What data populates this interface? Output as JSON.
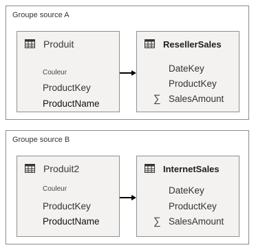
{
  "groups": [
    {
      "label": "Groupe source A",
      "source": {
        "title": "Produit",
        "fields": [
          "Couleur",
          "ProductKey",
          "ProductName"
        ]
      },
      "target": {
        "title": "ResellerSales",
        "fields": [
          "DateKey",
          "ProductKey",
          "SalesAmount"
        ]
      }
    },
    {
      "label": "Groupe source B",
      "source": {
        "title": "Produit2",
        "fields": [
          "Couleur",
          "ProductKey",
          "ProductName"
        ]
      },
      "target": {
        "title": "InternetSales",
        "fields": [
          "DateKey",
          "ProductKey",
          "SalesAmount"
        ]
      }
    }
  ],
  "icons": {
    "table": "table-icon",
    "sum": "sigma-icon",
    "relationship": "arrow-right-icon"
  },
  "colors": {
    "card_bg": "#f3f2f1",
    "border": "#8a8a8a",
    "arrow": "#000000"
  }
}
